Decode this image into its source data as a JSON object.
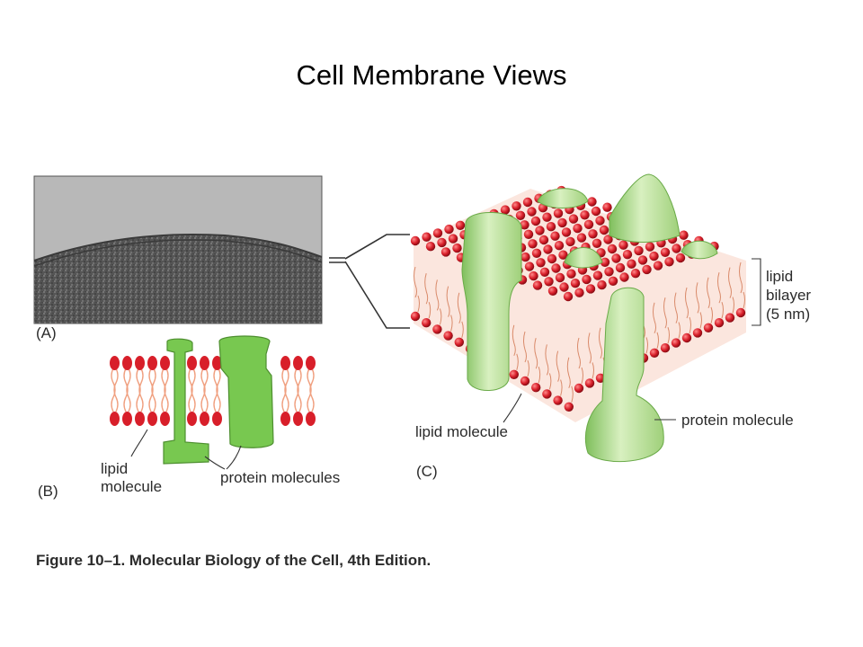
{
  "page": {
    "title": "Cell Membrane Views"
  },
  "figure": {
    "panels": {
      "a": {
        "label": "(A)"
      },
      "b": {
        "label": "(B)",
        "lipid_line1": "lipid",
        "lipid_line2": "molecule",
        "protein": "protein molecules"
      },
      "c": {
        "label": "(C)",
        "lipid": "lipid molecule",
        "protein": "protein molecule",
        "bilayer_line1": "lipid",
        "bilayer_line2": "bilayer",
        "bilayer_line3": "(5 nm)"
      }
    },
    "caption": "Figure 10–1. Molecular Biology of the Cell, 4th Edition."
  },
  "colors": {
    "head": "#d81f2a",
    "tail": "#f0a080",
    "protein_b": "#78c850",
    "protein_c": "#bfe3a0",
    "protein_c_dark": "#7fbf5c"
  }
}
